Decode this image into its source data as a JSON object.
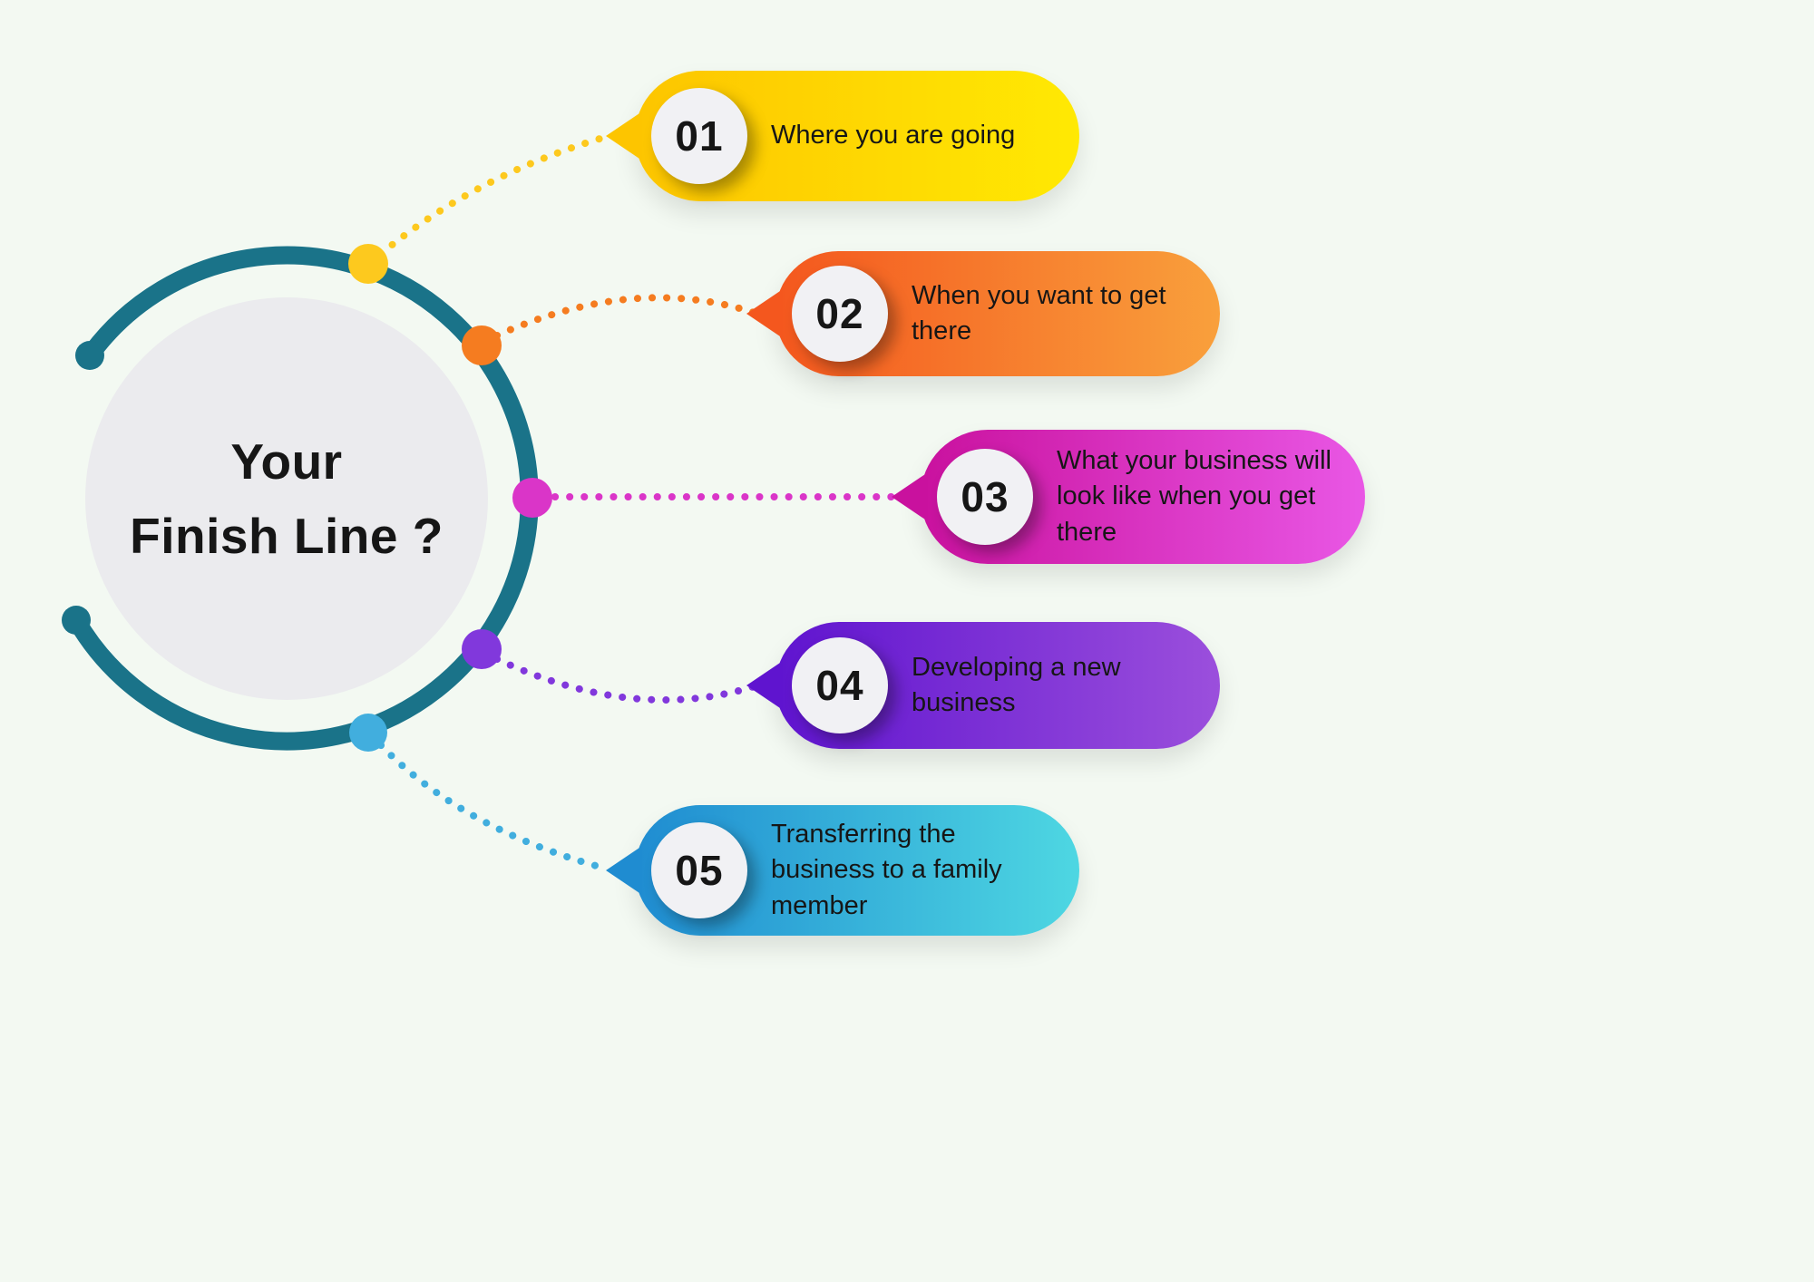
{
  "canvas": {
    "background": "#f3f9f2"
  },
  "center": {
    "title_line1": "Your",
    "title_line2": "Finish Line ?"
  },
  "colors": {
    "ring": "#1a7389",
    "inner_circle": "#ebebee",
    "text": "#161616",
    "badge_background": "#f1f1f4"
  },
  "items": [
    {
      "number": "01",
      "label": "Where you are going",
      "colors": {
        "start": "#fdc500",
        "end": "#ffe903",
        "dot": "#fdc91e"
      }
    },
    {
      "number": "02",
      "label": "When you want to get there",
      "colors": {
        "start": "#f4571e",
        "end": "#f9a03c",
        "dot": "#f57c20"
      }
    },
    {
      "number": "03",
      "label": "What your business will look like when you get there",
      "colors": {
        "start": "#c9119e",
        "end": "#e957e5",
        "dot": "#da35c8"
      }
    },
    {
      "number": "04",
      "label": "Developing a new business",
      "colors": {
        "start": "#5f14cf",
        "end": "#9b4fdc",
        "dot": "#8138dc"
      }
    },
    {
      "number": "05",
      "label": "Transferring the business to a family member",
      "colors": {
        "start": "#1f8cd1",
        "end": "#4ed7e2",
        "dot": "#41aede"
      }
    }
  ]
}
